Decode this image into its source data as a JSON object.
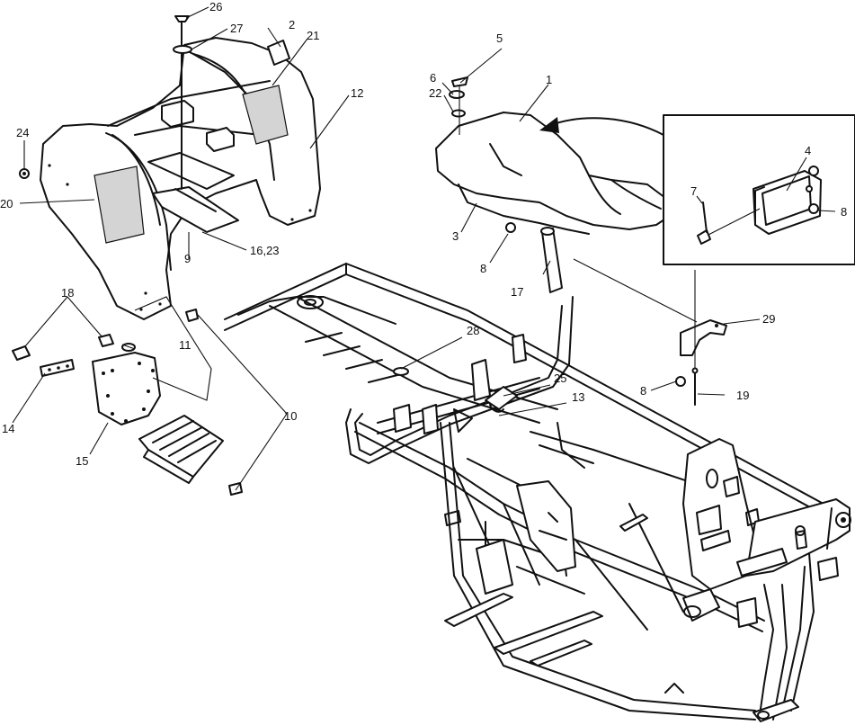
{
  "callouts": {
    "c1": "1",
    "c2": "2",
    "c3": "3",
    "c4": "4",
    "c5": "5",
    "c6": "6",
    "c7": "7",
    "c8a": "8",
    "c8b": "8",
    "c8c": "8",
    "c9": "9",
    "c10": "10",
    "c11": "11",
    "c12": "12",
    "c13": "13",
    "c14": "14",
    "c15": "15",
    "c16_23": "16,23",
    "c17": "17",
    "c18": "18",
    "c19": "19",
    "c20": "20",
    "c21": "21",
    "c22": "22",
    "c24": "24",
    "c25": "25",
    "c26": "26",
    "c27": "27",
    "c28": "28",
    "c29": "29"
  }
}
